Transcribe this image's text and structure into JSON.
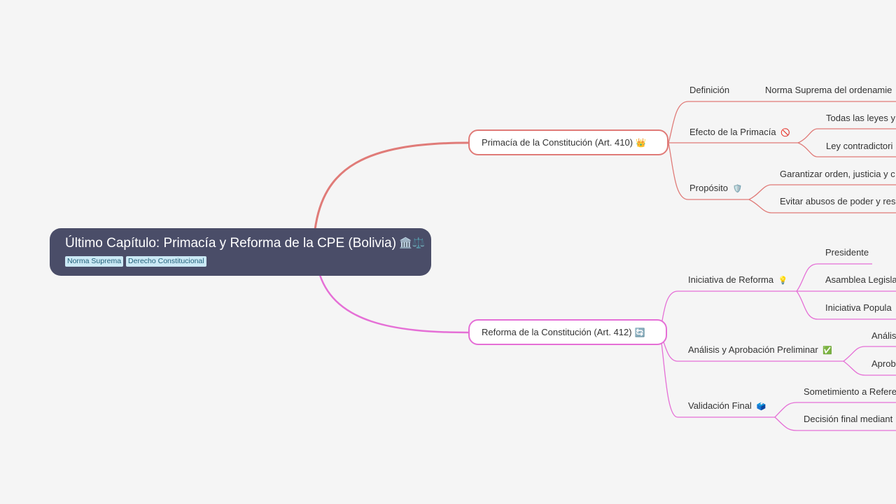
{
  "root": {
    "title": "Último Capítulo: Primacía y Reforma de la CPE (Bolivia)",
    "icons": "🏛️⚖️",
    "tags": [
      "Norma Suprema",
      "Derecho Constitucional"
    ]
  },
  "branches": [
    {
      "label": "Primacía de la Constitución (Art. 410)",
      "icon": "👑",
      "color": "#e07b78",
      "children": [
        {
          "label": "Definición",
          "icon": "",
          "children": [
            "Norma Suprema del ordenamie"
          ]
        },
        {
          "label": "Efecto de la Primacía",
          "icon": "🚫",
          "children": [
            "Todas las leyes y",
            "Ley contradictori"
          ]
        },
        {
          "label": "Propósito",
          "icon": "🛡️",
          "children": [
            "Garantizar orden, justicia y c",
            "Evitar abusos de poder y res"
          ]
        }
      ]
    },
    {
      "label": "Reforma de la Constitución (Art. 412)",
      "icon": "🔄",
      "color": "#e56fd6",
      "children": [
        {
          "label": "Iniciativa de Reforma",
          "icon": "💡",
          "children": [
            "Presidente",
            "Asamblea Legisla",
            "Iniciativa Popula"
          ]
        },
        {
          "label": "Análisis y Aprobación Preliminar",
          "icon": "✅",
          "children": [
            "Análisi",
            "Aprob"
          ]
        },
        {
          "label": "Validación Final",
          "icon": "🗳️",
          "children": [
            "Sometimiento a Refere",
            "Decisión final mediant"
          ]
        }
      ]
    }
  ]
}
